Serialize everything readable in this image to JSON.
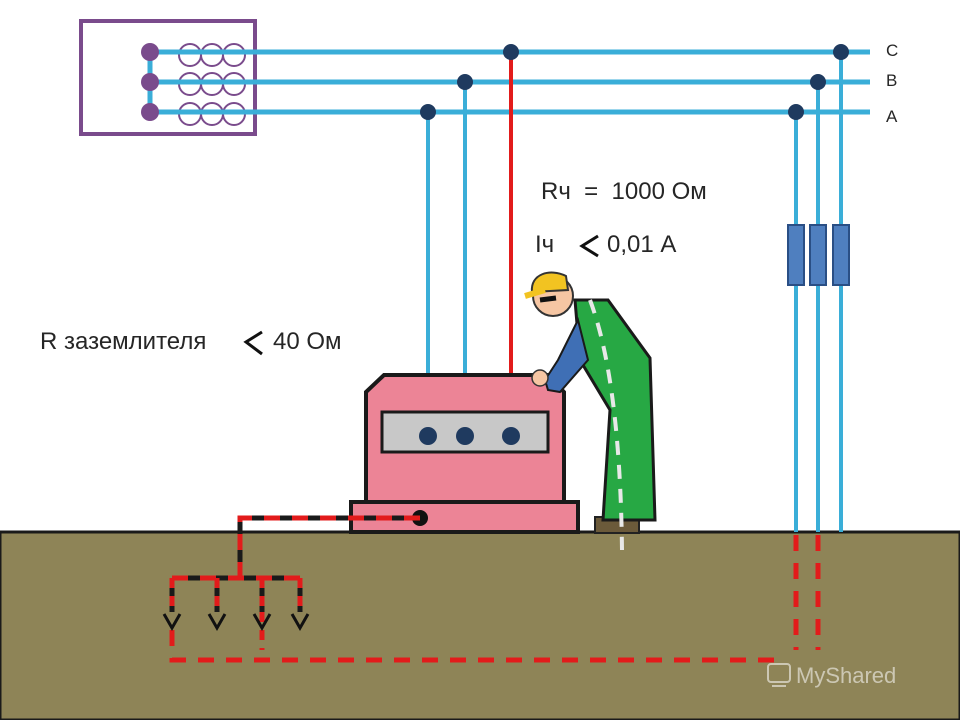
{
  "phases": {
    "c": "C",
    "b": "B",
    "a": "A"
  },
  "resistance_body": "Rч  =  1000 Ом",
  "current_body": {
    "symbol": "Iч",
    "value": "0,01 А"
  },
  "ground_resistance": {
    "text": "R заземлителя",
    "value": "40 Ом"
  },
  "watermark": "MyShared",
  "colors": {
    "wire": "#3aaed8",
    "fault_path": "#e21b1b",
    "transformer_frame": "#7a4b8c",
    "node": "#1f3a5f",
    "equipment": "#ec8496",
    "ground": "#8e8457",
    "worker_suit": "#27a844",
    "helmet": "#f2c321",
    "insulator": "#4f7fbf"
  },
  "icons": {
    "transformer": "three-phase-winding-icon",
    "worker": "worker-touching-equipment-icon",
    "insulator": "phase-insulator-icon",
    "electrode": "ground-electrode-arrow-icon"
  }
}
